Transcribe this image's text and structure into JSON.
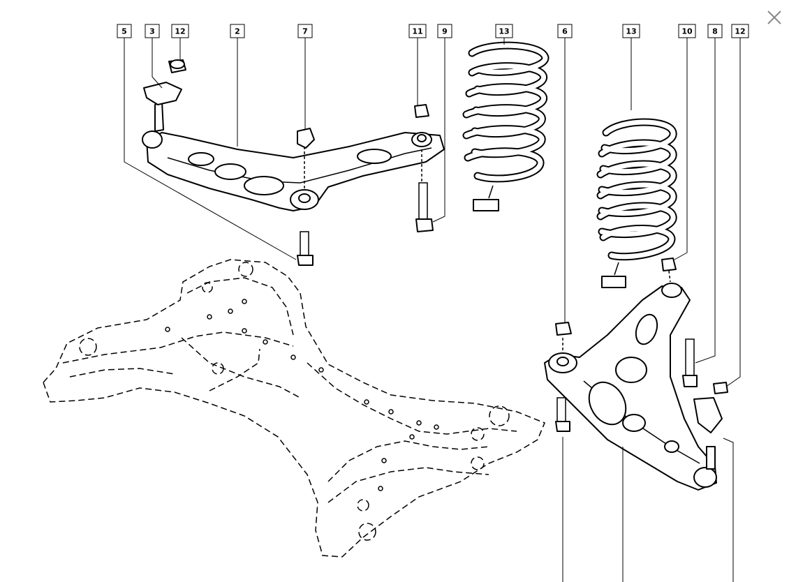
{
  "window": {
    "close_icon": "close-icon"
  },
  "callouts": {
    "c5": "5",
    "c3": "3",
    "c12a": "12",
    "c2": "2",
    "c7": "7",
    "c11": "11",
    "c9": "9",
    "c13a": "13",
    "c6": "6",
    "c13b": "13",
    "c10": "10",
    "c8": "8",
    "c12b": "12"
  },
  "colors": {
    "line": "#000000",
    "background": "#ffffff",
    "close": "#8a8a8a"
  }
}
